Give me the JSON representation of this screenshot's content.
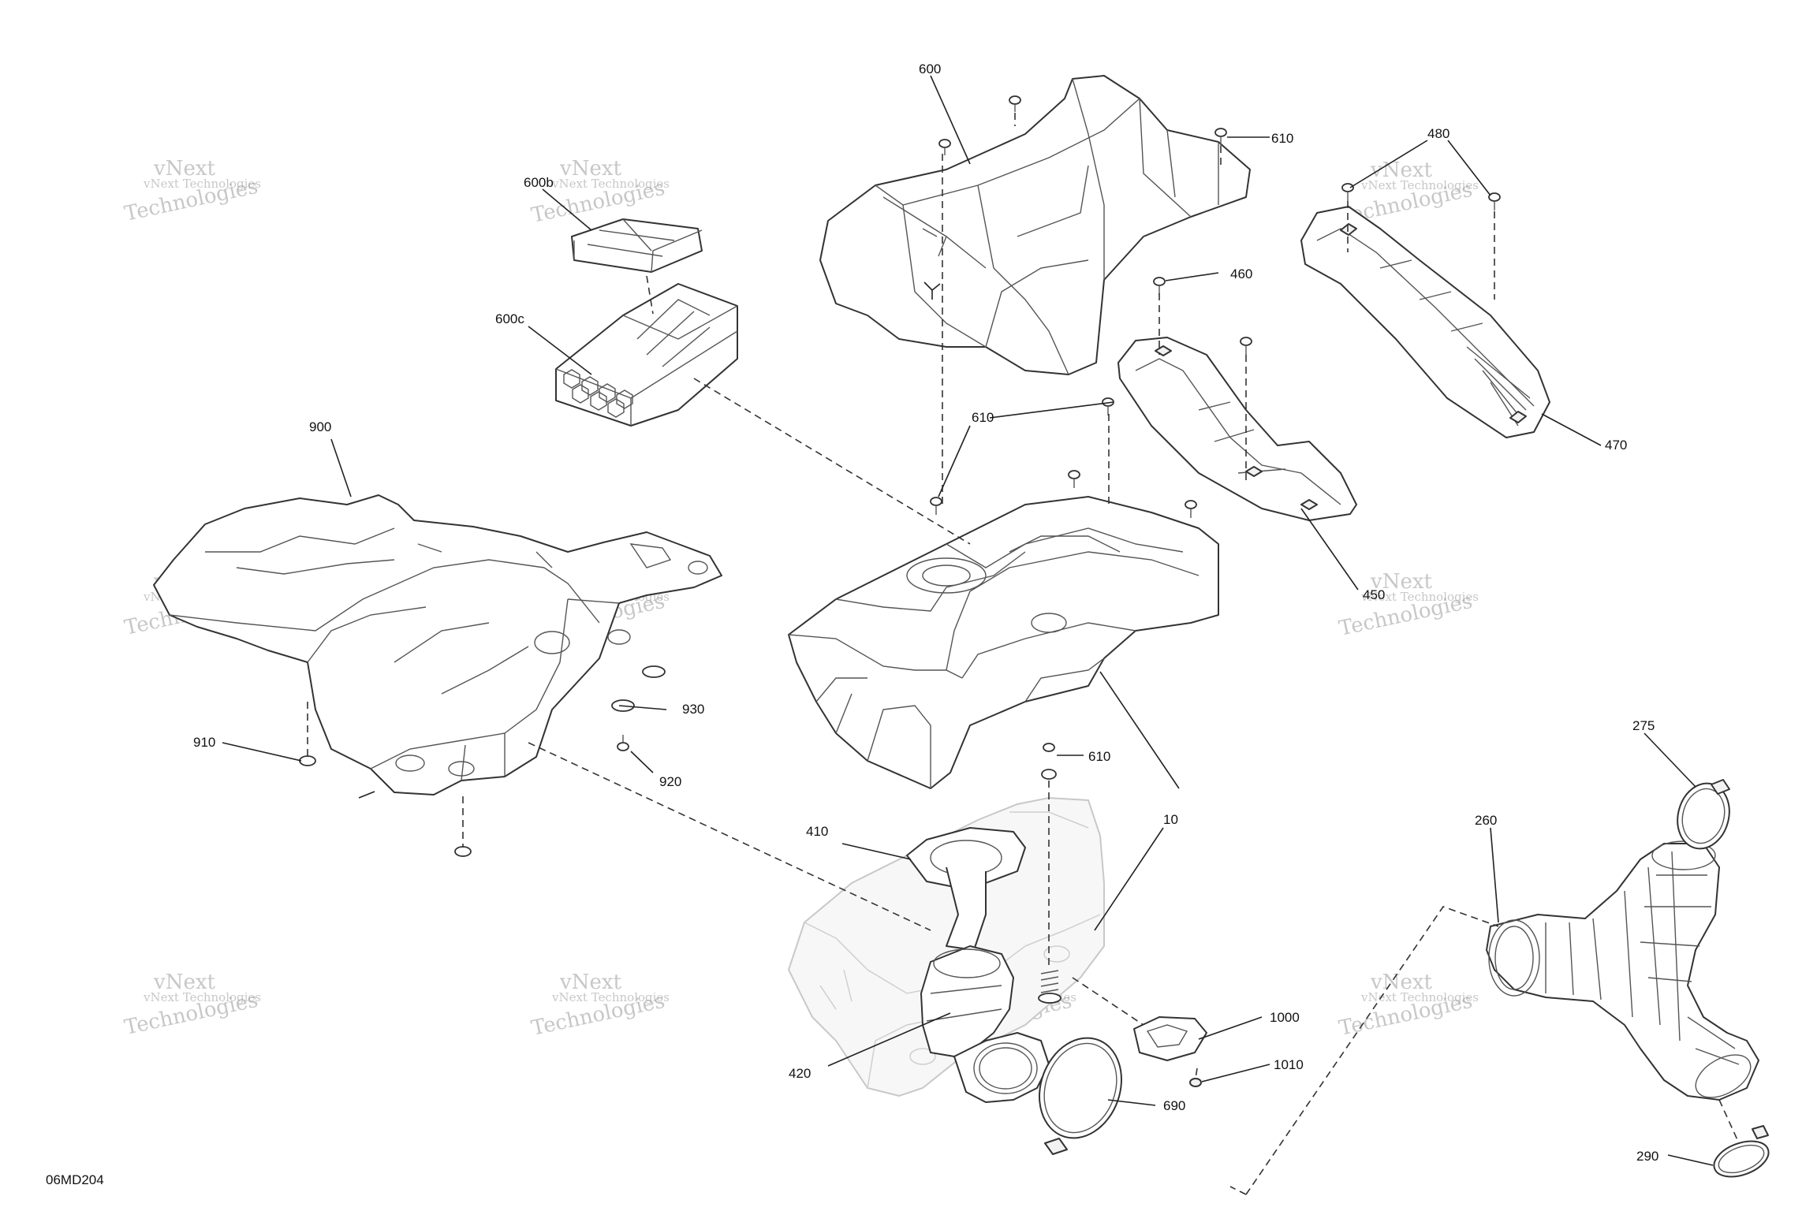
{
  "diagram": {
    "code": "06MD204",
    "watermark": {
      "line1": "vNext Technologies",
      "line2": "vNext",
      "line3": "Technologies"
    },
    "callouts": {
      "c600": "600",
      "c610a": "610",
      "c600b": "600b",
      "c600c": "600c",
      "c480": "480",
      "c460": "460",
      "c470": "470",
      "c610b": "610",
      "c900": "900",
      "c930": "930",
      "c910": "910",
      "c920": "920",
      "c450": "450",
      "c610c": "610",
      "c10": "10",
      "c410": "410",
      "c275": "275",
      "c260": "260",
      "c1000": "1000",
      "c1010": "1010",
      "c420": "420",
      "c690": "690",
      "c290": "290"
    }
  }
}
